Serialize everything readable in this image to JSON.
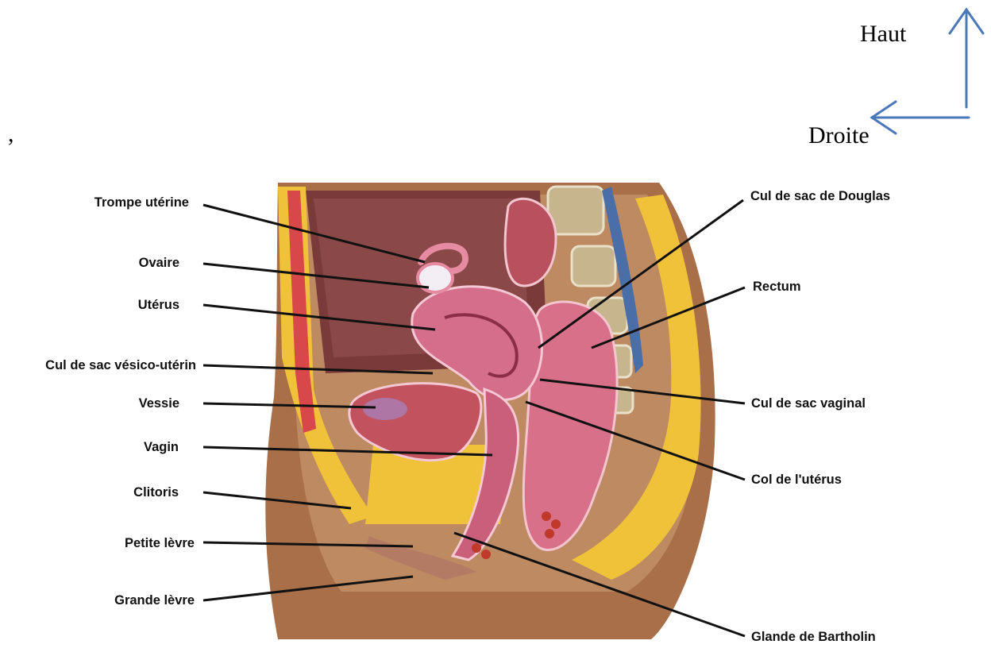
{
  "header": {
    "comma": ",",
    "up_label": "Haut",
    "right_label": "Droite"
  },
  "colors": {
    "arrow": "#4a78b8",
    "skin": "#a86f48",
    "fat": "#f0c23a",
    "pink": "#d9708a",
    "leader": "#111111"
  },
  "labels": {
    "left": [
      "Trompe utérine",
      "Ovaire",
      "Utérus",
      "Cul de sac vésico-utérin",
      "Vessie",
      "Vagin",
      "Clitoris",
      "Petite lèvre",
      "Grande lèvre"
    ],
    "right": [
      "Cul de sac de Douglas",
      "Rectum",
      "Cul de sac vaginal",
      "Col de l'utérus",
      "Glande de Bartholin"
    ]
  }
}
